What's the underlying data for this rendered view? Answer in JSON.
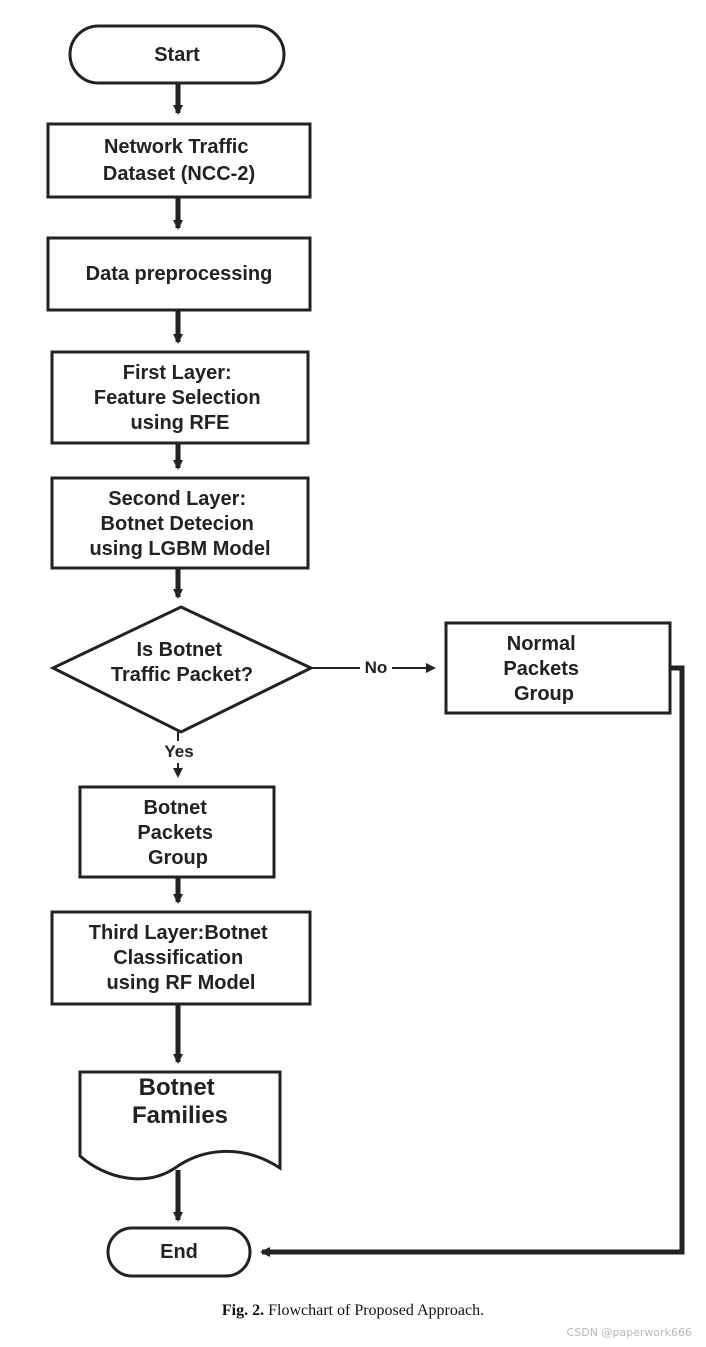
{
  "diagram": {
    "nodes": {
      "start": "Start",
      "dataset": [
        "Network Traffic",
        "Dataset (NCC-2)"
      ],
      "preprocessing": "Data preprocessing",
      "first_layer": [
        "First Layer:",
        "Feature Selection",
        "using RFE"
      ],
      "second_layer": [
        "Second Layer:",
        "Botnet Detecion",
        "using LGBM Model"
      ],
      "decision": [
        "Is Botnet",
        "Traffic Packet?"
      ],
      "normal_group": [
        "Normal",
        "Packets",
        "Group"
      ],
      "botnet_group": [
        "Botnet",
        "Packets",
        "Group"
      ],
      "third_layer": [
        "Third Layer:Botnet",
        "Classification",
        "using RF Model"
      ],
      "families": [
        "Botnet",
        "Families"
      ],
      "end": "End"
    },
    "edge_labels": {
      "no": "No",
      "yes": "Yes"
    },
    "colors": {
      "stroke": "#222222",
      "fill": "#ffffff",
      "text": "#222222"
    }
  },
  "caption": {
    "label": "Fig. 2.",
    "text": "Flowchart of Proposed Approach."
  },
  "watermark": "CSDN @paperwork666"
}
